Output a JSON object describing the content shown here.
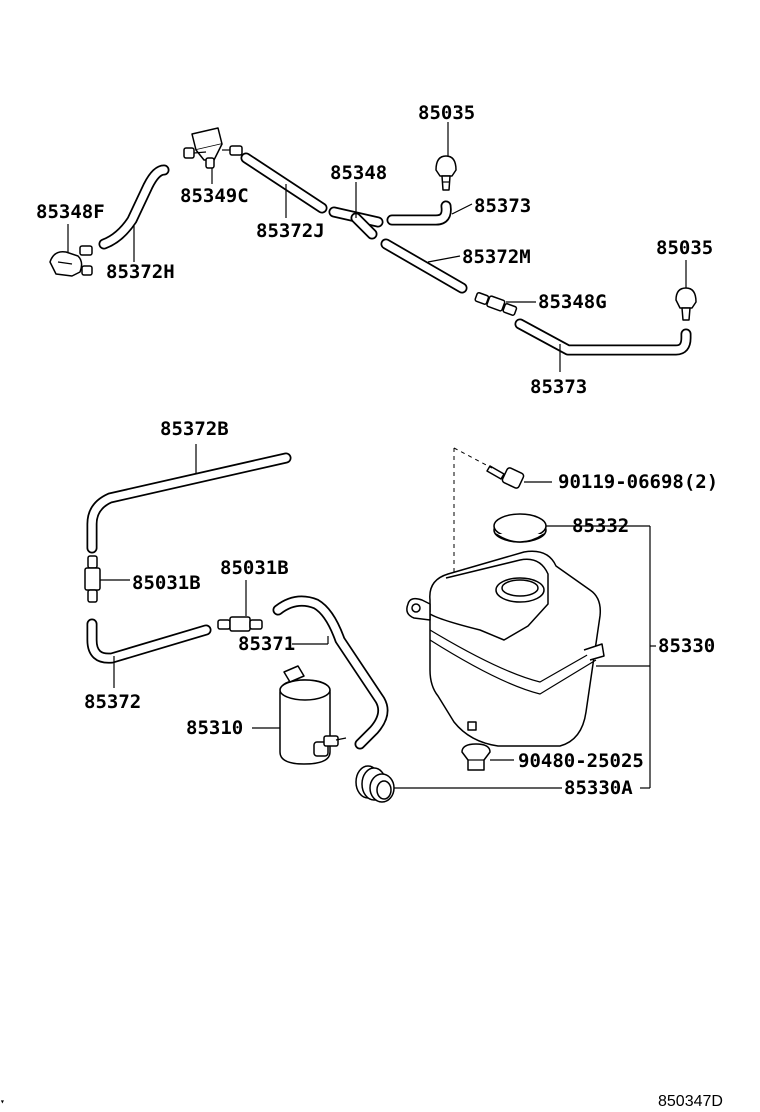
{
  "labels": {
    "p85035_top": "85035",
    "p85348": "85348",
    "p85373_top": "85373",
    "p85348F": "85348F",
    "p85349C": "85349C",
    "p85372J": "85372J",
    "p85372H": "85372H",
    "p85372M": "85372M",
    "p85035_right": "85035",
    "p85348G": "85348G",
    "p85373_bottom": "85373",
    "p85372B": "85372B",
    "p90119": "90119-06698(2)",
    "p85332": "85332",
    "p85031B_left": "85031B",
    "p85031B_mid": "85031B",
    "p85371": "85371",
    "p85330": "85330",
    "p85372": "85372",
    "p85310": "85310",
    "p90480": "90480-25025",
    "p85330A": "85330A"
  },
  "diagram_ref": "850347D",
  "corner_mark": "▾"
}
